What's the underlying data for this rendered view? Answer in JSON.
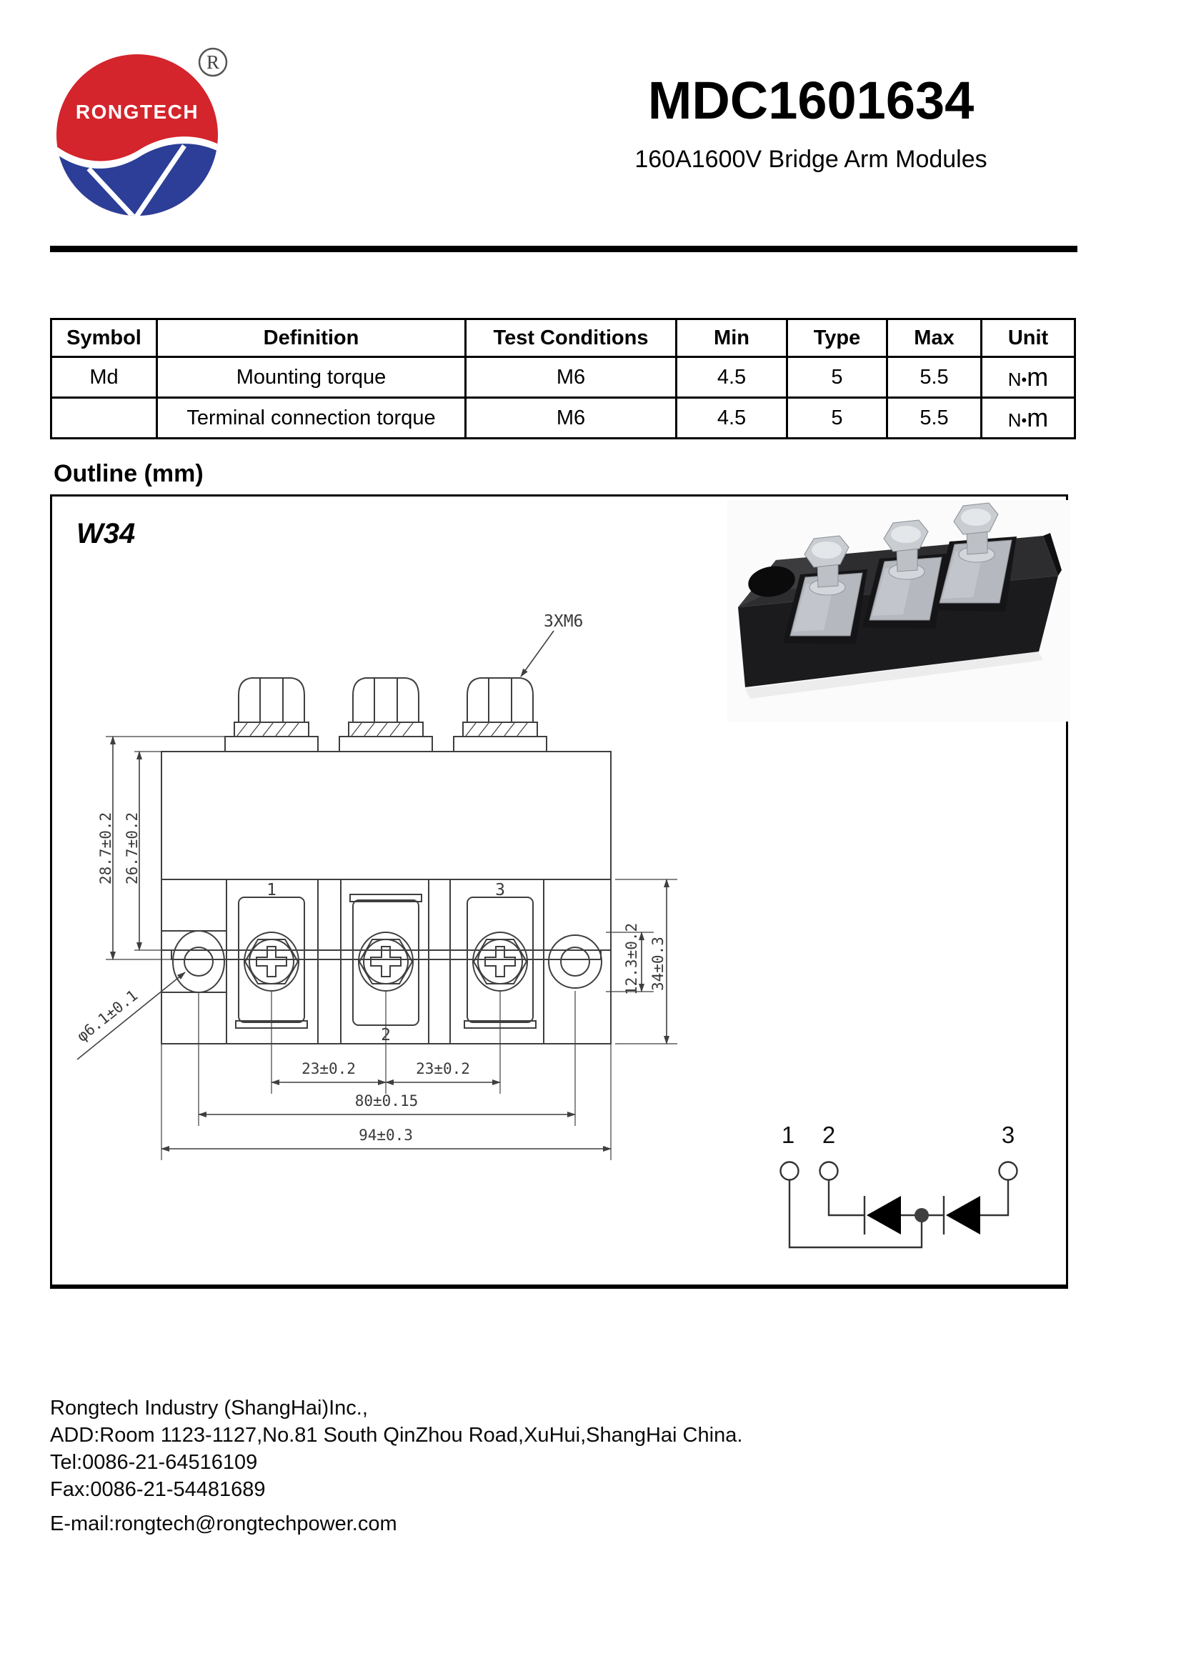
{
  "header": {
    "logo": {
      "brand": "RONGTECH",
      "registered": "®",
      "red": "#d4242c",
      "blue": "#2c3e97"
    },
    "title": "MDC1601634",
    "subtitle": "160A1600V Bridge Arm Modules"
  },
  "spec_table": {
    "columns": [
      "Symbol",
      "Definition",
      "Test Conditions",
      "Min",
      "Type",
      "Max",
      "Unit"
    ],
    "rows": [
      {
        "symbol": "Md",
        "definition": "Mounting torque",
        "test_conditions": "M6",
        "min": "4.5",
        "type": "5",
        "max": "5.5",
        "unit_n": "N",
        "unit_dot": "•",
        "unit_m": "m"
      },
      {
        "symbol": "",
        "definition": "Terminal connection torque",
        "test_conditions": "M6",
        "min": "4.5",
        "type": "5",
        "max": "5.5",
        "unit_n": "N",
        "unit_dot": "•",
        "unit_m": "m"
      }
    ]
  },
  "outline": {
    "heading": "Outline (mm)",
    "variant": "W34",
    "side_view": {
      "height_outer": "28.7±0.2",
      "height_inner": "26.7±0.2",
      "thread_label": "3XM6"
    },
    "top_view": {
      "terminal_1": "1",
      "terminal_2": "2",
      "terminal_3": "3",
      "hole_diameter": "φ6.1±0.1",
      "slot_height": "12.3±0.2",
      "body_width": "34±0.3",
      "pitch_left": "23±0.2",
      "pitch_right": "23±0.2",
      "hole_pitch": "80±0.15",
      "total_length": "94±0.3"
    },
    "circuit": {
      "terminal_1": "1",
      "terminal_2": "2",
      "terminal_3": "3"
    }
  },
  "footer": {
    "company": "Rongtech Industry (ShangHai)Inc.,",
    "address": "ADD:Room 1123-1127,No.81 South QinZhou Road,XuHui,ShangHai China.",
    "tel": "Tel:0086-21-64516109",
    "fax": "Fax:0086-21-54481689",
    "email": "E-mail:rongtech@rongtechpower.com"
  }
}
